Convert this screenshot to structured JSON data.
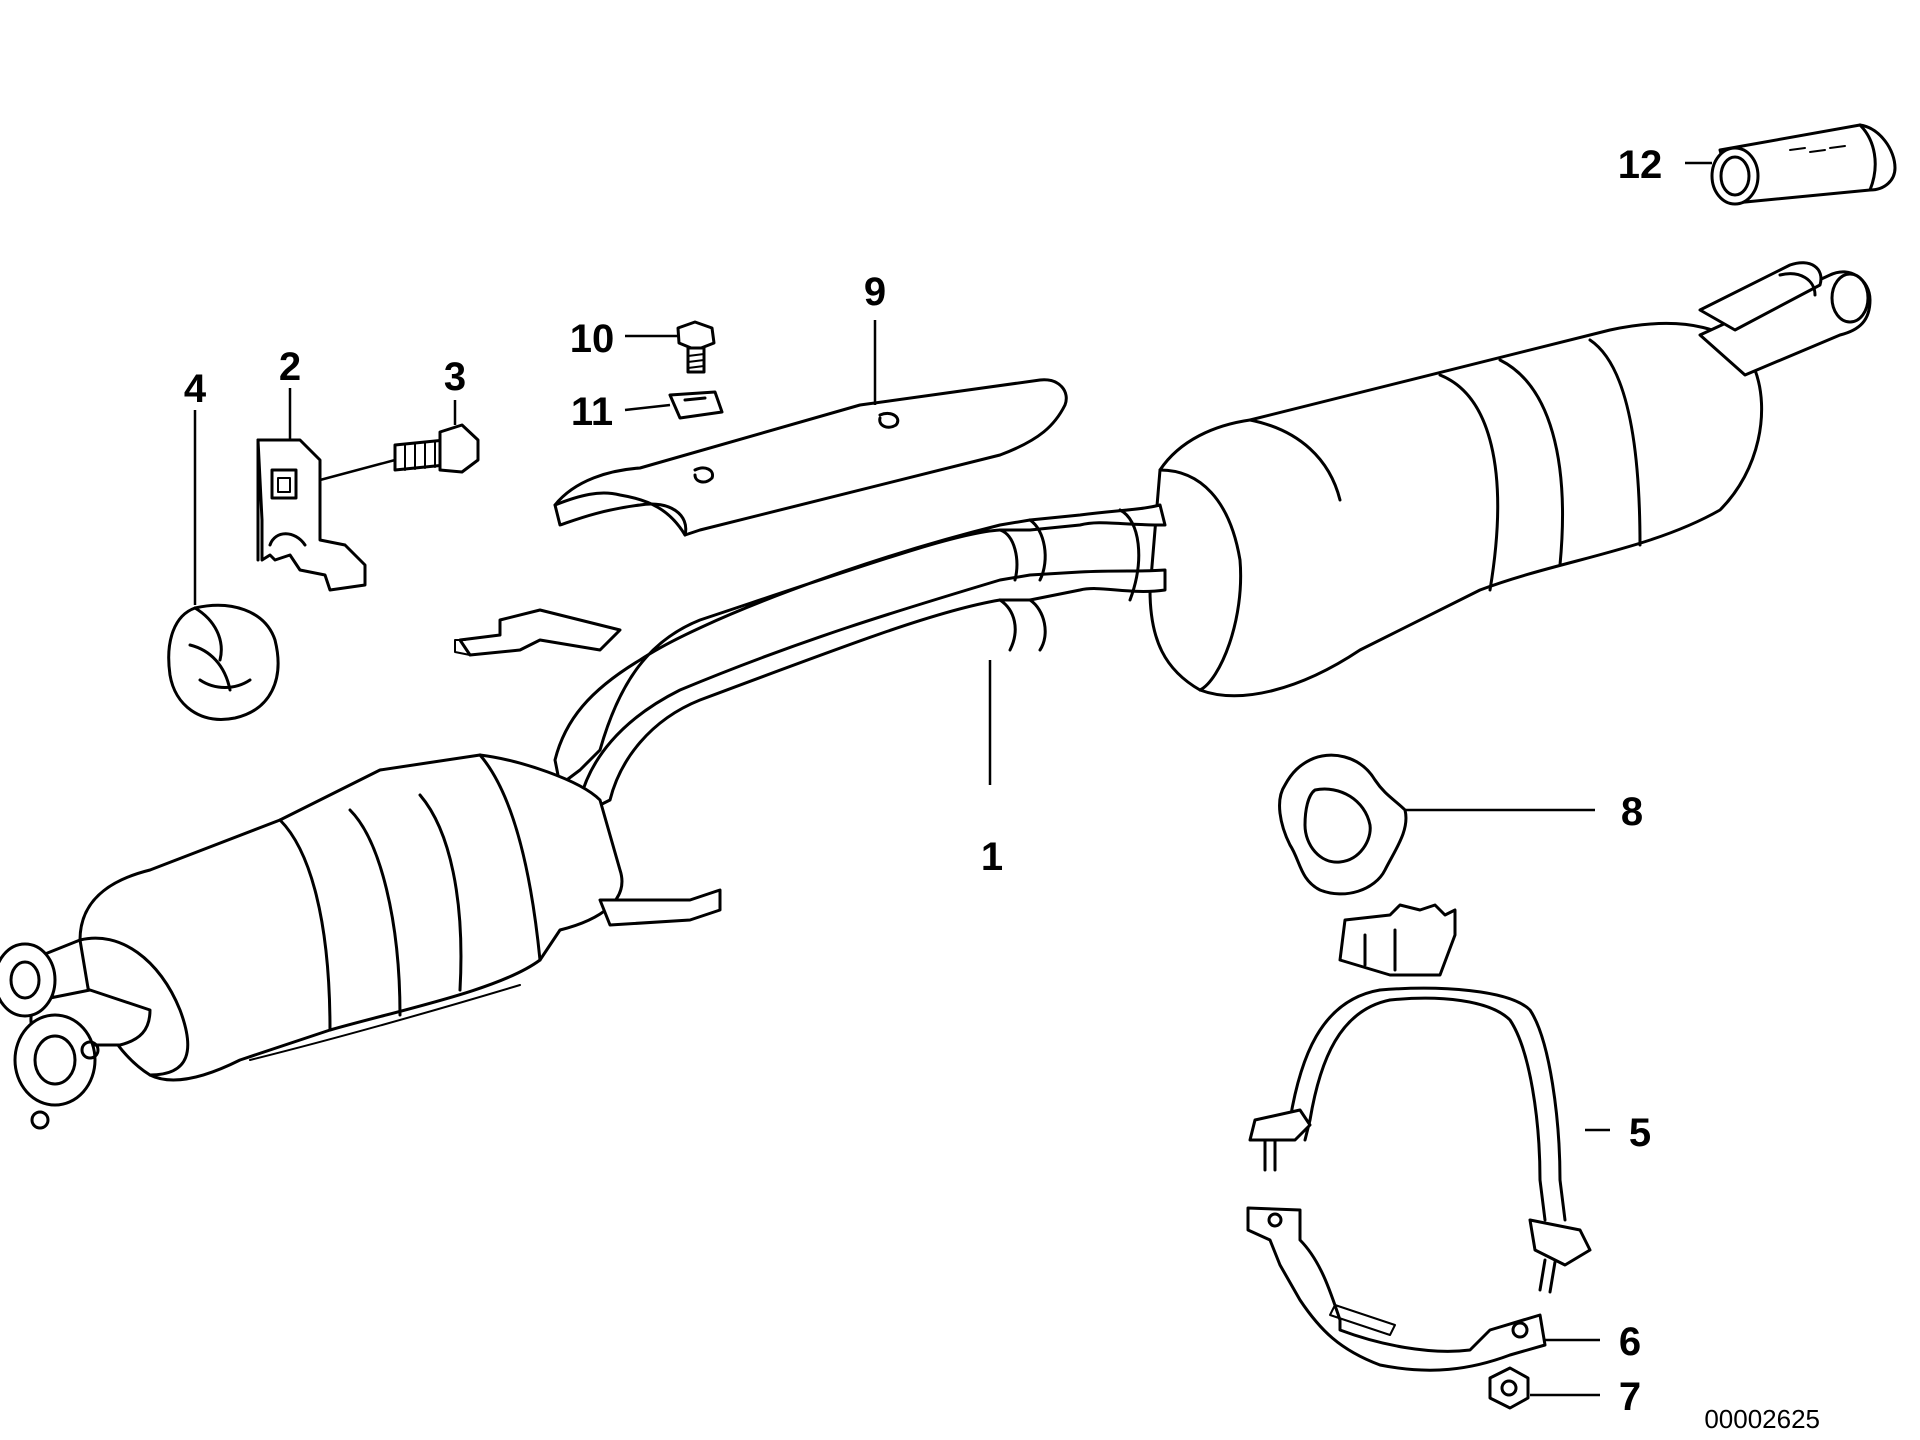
{
  "document_number": "00002625",
  "callouts": {
    "c1": "1",
    "c2": "2",
    "c3": "3",
    "c4": "4",
    "c5": "5",
    "c6": "6",
    "c7": "7",
    "c8": "8",
    "c9": "9",
    "c10": "10",
    "c11": "11",
    "c12": "12"
  }
}
